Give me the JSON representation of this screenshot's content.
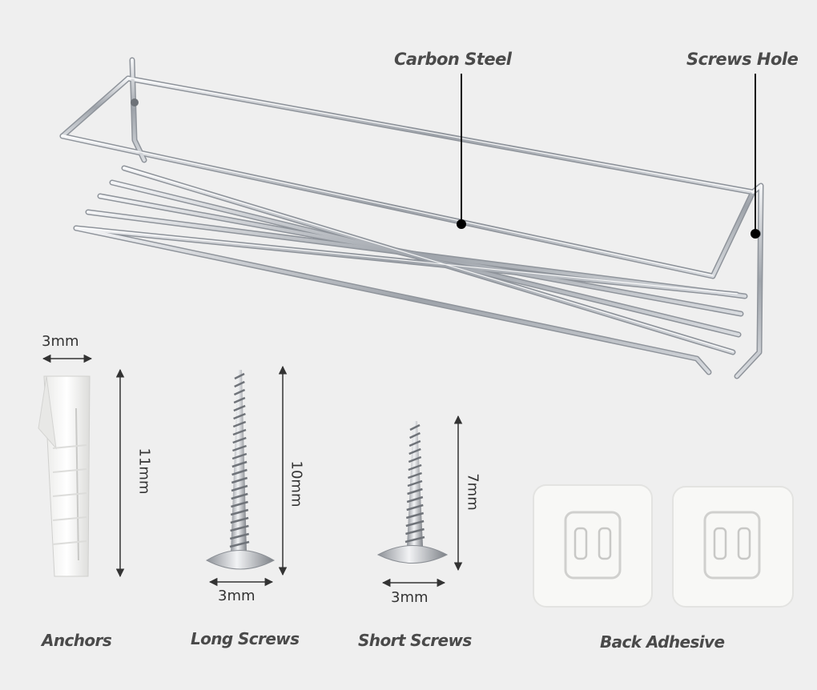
{
  "callouts": {
    "carbon_steel": "Carbon Steel",
    "screws_hole": "Screws Hole"
  },
  "dimensions": {
    "anchor_width": "3mm",
    "anchor_length": "11mm",
    "long_screw_length": "10mm",
    "long_screw_width": "3mm",
    "short_screw_length": "7mm",
    "short_screw_width": "3mm"
  },
  "captions": {
    "anchors": "Anchors",
    "long_screws": "Long Screws",
    "short_screws": "Short Screws",
    "back_adhesive": "Back Adhesive"
  },
  "colors": {
    "background": "#efefef",
    "label_text": "#4a4a4a",
    "chrome": "#b8bcc2"
  }
}
